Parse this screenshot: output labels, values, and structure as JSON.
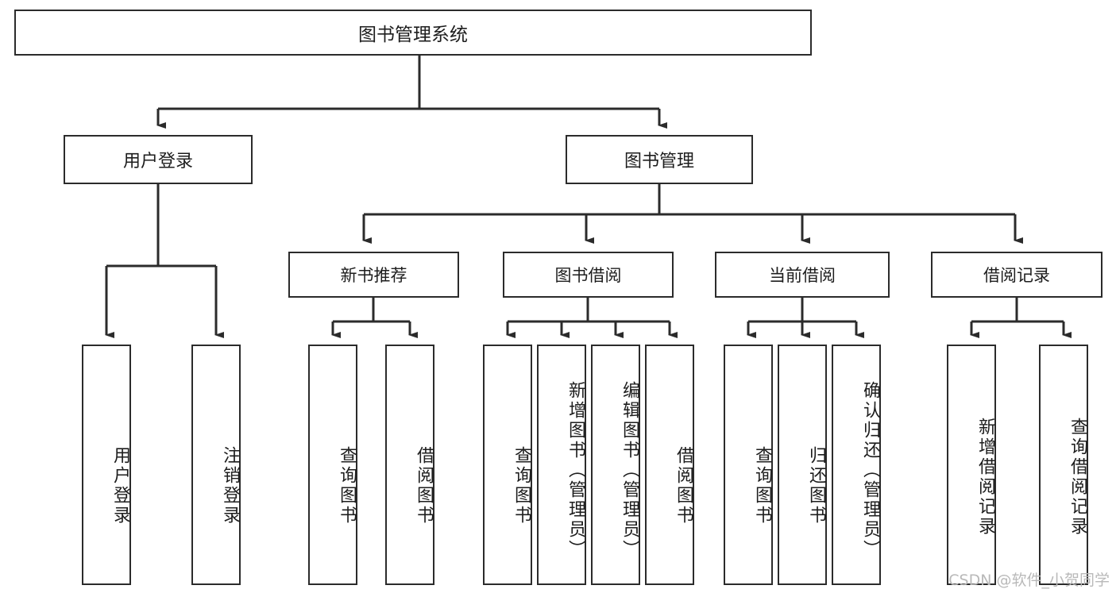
{
  "diagram": {
    "title": "图书管理系统",
    "type": "tree",
    "orientation": "top-down",
    "watermark": "CSDN @软件_小贺同学",
    "colors": {
      "box_stroke": "#2b2b2b",
      "box_fill": "#ffffff",
      "connector": "#2b2b2b",
      "text": "#1d1d1d",
      "watermark": "#b9b9b9",
      "background": "#ffffff"
    },
    "root": {
      "label": "图书管理系统"
    },
    "level1": [
      {
        "label": "用户登录"
      },
      {
        "label": "图书管理"
      }
    ],
    "level2": [
      {
        "label": "新书推荐"
      },
      {
        "label": "图书借阅"
      },
      {
        "label": "当前借阅"
      },
      {
        "label": "借阅记录"
      }
    ],
    "leaves": {
      "user_login": [
        {
          "label": "用户登录"
        },
        {
          "label": "注销登录"
        }
      ],
      "new_book_recommend": [
        {
          "label": "查询图书"
        },
        {
          "label": "借阅图书"
        }
      ],
      "book_borrow": [
        {
          "label": "查询图书"
        },
        {
          "label": "新增图书（管理员）"
        },
        {
          "label": "编辑图书（管理员）"
        },
        {
          "label": "借阅图书"
        }
      ],
      "current_borrow": [
        {
          "label": "查询图书"
        },
        {
          "label": "归还图书"
        },
        {
          "label": "确认归还（管理员）"
        }
      ],
      "borrow_record": [
        {
          "label": "新增借阅记录"
        },
        {
          "label": "查询借阅记录"
        }
      ]
    }
  }
}
